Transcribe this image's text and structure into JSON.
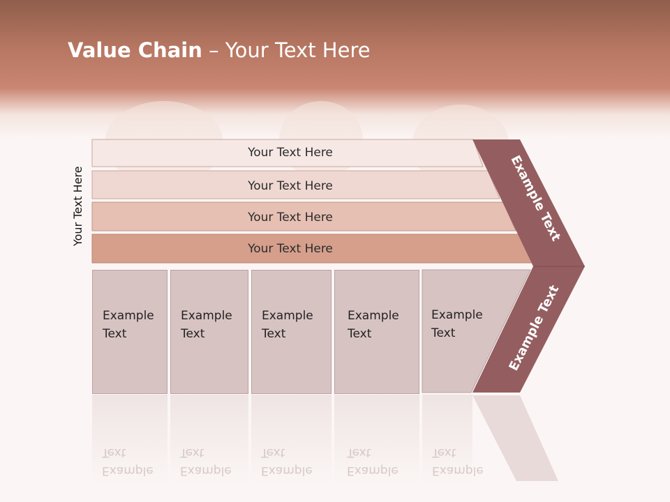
{
  "slide": {
    "title_bold": "Value Chain",
    "title_rest": " – Your Text Here",
    "side_label": "Your Text Here",
    "bars": [
      {
        "label": "Your Text Here",
        "color": "#f6e8e5"
      },
      {
        "label": "Your Text Here",
        "color": "#efd8d2"
      },
      {
        "label": "Your Text Here",
        "color": "#e6c0b3"
      },
      {
        "label": "Your Text Here",
        "color": "#d59f8c"
      }
    ],
    "boxes": [
      {
        "line1": "Example",
        "line2": "Text"
      },
      {
        "line1": "Example",
        "line2": "Text"
      },
      {
        "line1": "Example",
        "line2": "Text"
      },
      {
        "line1": "Example",
        "line2": "Text"
      },
      {
        "line1": "Example",
        "line2": "Text"
      }
    ],
    "chevron_upper": "Example Text",
    "chevron_lower": "Example Text",
    "chevron_color": "#945e60"
  }
}
